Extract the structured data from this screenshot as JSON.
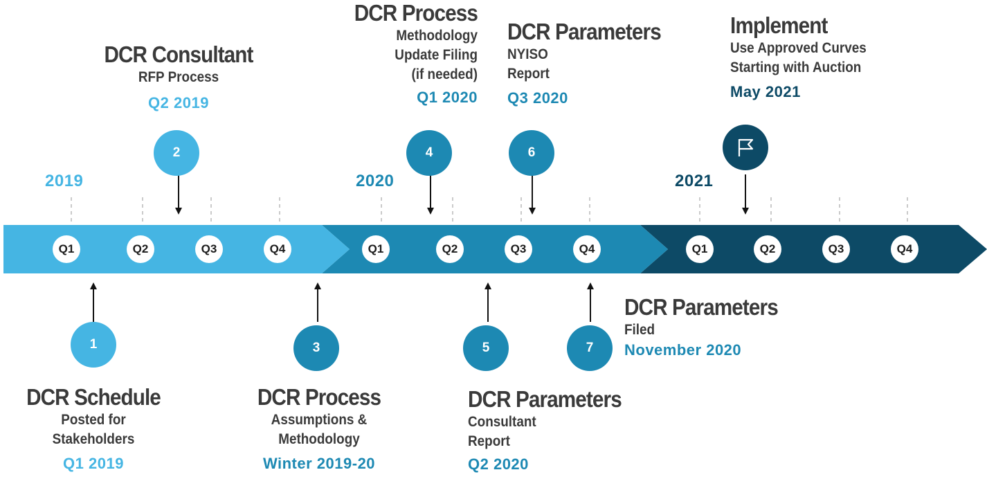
{
  "colors": {
    "light": "#45b5e3",
    "mid": "#1d89b3",
    "dark": "#0d4a66",
    "text": "#3a3a3a",
    "arrow": "#111111",
    "tick": "#b8b8b8"
  },
  "years": [
    {
      "label": "2019",
      "color": "#45b5e3"
    },
    {
      "label": "2020",
      "color": "#1d89b3"
    },
    {
      "label": "2021",
      "color": "#0d4a66"
    }
  ],
  "quarters": [
    "Q1",
    "Q2",
    "Q3",
    "Q4",
    "Q1",
    "Q2",
    "Q3",
    "Q4",
    "Q1",
    "Q2",
    "Q3",
    "Q4"
  ],
  "milestones": [
    {
      "num": "1",
      "title": "DCR Schedule",
      "lines": [
        "Posted for",
        "Stakeholders"
      ],
      "date": "Q1 2019"
    },
    {
      "num": "2",
      "title": "DCR Consultant",
      "lines": [
        "RFP Process"
      ],
      "date": "Q2 2019"
    },
    {
      "num": "3",
      "title": "DCR Process",
      "lines": [
        "Assumptions &",
        "Methodology"
      ],
      "date": "Winter 2019-20"
    },
    {
      "num": "4",
      "title": "DCR Process",
      "lines": [
        "Methodology",
        "Update Filing",
        "(if needed)"
      ],
      "date": "Q1 2020"
    },
    {
      "num": "5",
      "title": "DCR Parameters",
      "lines": [
        "Consultant",
        "Report"
      ],
      "date": "Q2 2020"
    },
    {
      "num": "6",
      "title": "DCR Parameters",
      "lines": [
        "NYISO",
        "Report"
      ],
      "date": "Q3 2020"
    },
    {
      "num": "7",
      "title": "DCR Parameters",
      "lines": [
        "Filed"
      ],
      "date": "November 2020"
    },
    {
      "icon": "flag-icon",
      "title": "Implement",
      "lines": [
        "Use Approved Curves",
        "Starting with Auction"
      ],
      "date": "May 2021"
    }
  ]
}
